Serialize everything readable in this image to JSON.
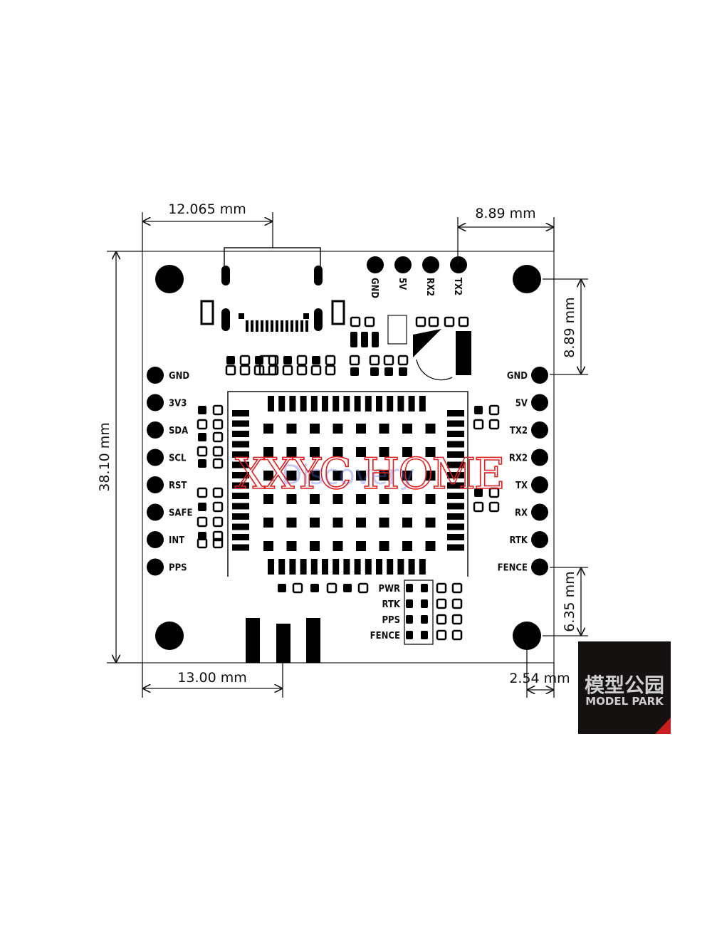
{
  "dimensions": {
    "top_left": "12.065 mm",
    "top_right": "8.89 mm",
    "right_upper": "8.89 mm",
    "right_lower": "6.35 mm",
    "left_height": "38.10 mm",
    "bottom_left": "13.00 mm",
    "bottom_right": "2.54 mm"
  },
  "top_pins": [
    "GND",
    "5V",
    "RX2",
    "TX2"
  ],
  "left_pins": [
    "GND",
    "3V3",
    "SDA",
    "SCL",
    "RST",
    "SAFE",
    "INT",
    "PPS"
  ],
  "right_pins": [
    "GND",
    "5V",
    "TX2",
    "RX2",
    "TX",
    "RX",
    "RTK",
    "FENCE"
  ],
  "led_labels": [
    "PWR",
    "RTK",
    "PPS",
    "FENCE"
  ],
  "watermark": {
    "text": "XXYC HOME",
    "overlay": "Discovery",
    "color": "#e02020"
  },
  "logo": {
    "line1": "模型公园",
    "line2": "MODEL PARK"
  }
}
